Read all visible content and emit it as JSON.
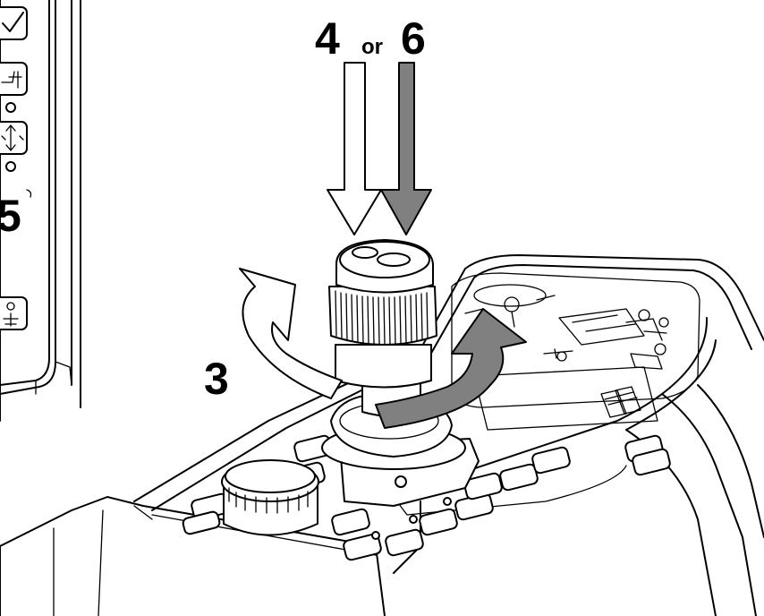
{
  "callouts": {
    "left_panel_label": "5",
    "top_label_a": "4",
    "top_label_or": "or",
    "top_label_b": "6",
    "rotation_label": "3"
  },
  "arrows": {
    "outline_arrow_fill": "#ffffff",
    "filled_arrow_fill": "#808080"
  },
  "icons": [
    "checkmark-icon",
    "seat-adjust-icon",
    "vertical-arrows-icon",
    "auto-mode-icon",
    "hydraulic-function-icon"
  ]
}
